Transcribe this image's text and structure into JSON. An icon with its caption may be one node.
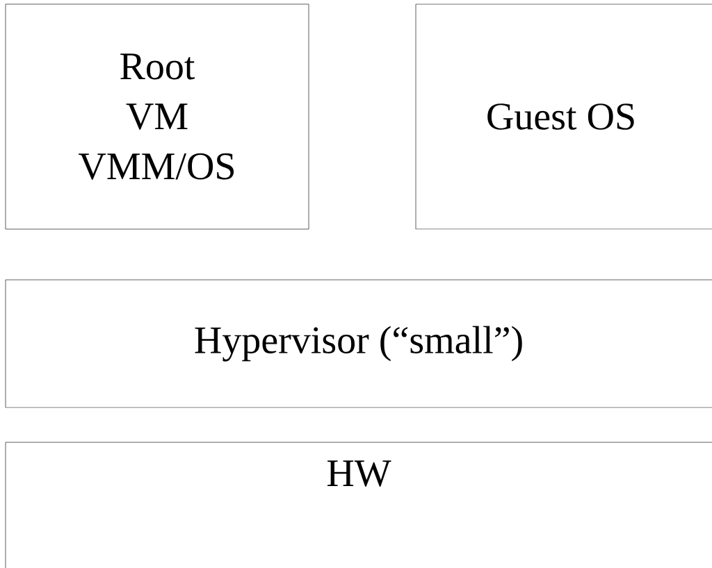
{
  "diagram": {
    "nodes": [
      {
        "text": [
          "Root",
          "VM",
          "VMM/OS"
        ]
      },
      {
        "text": [
          "Guest OS"
        ]
      },
      {
        "text": [
          "Hypervisor (“small”)"
        ]
      },
      {
        "text": [
          "HW"
        ]
      }
    ]
  }
}
